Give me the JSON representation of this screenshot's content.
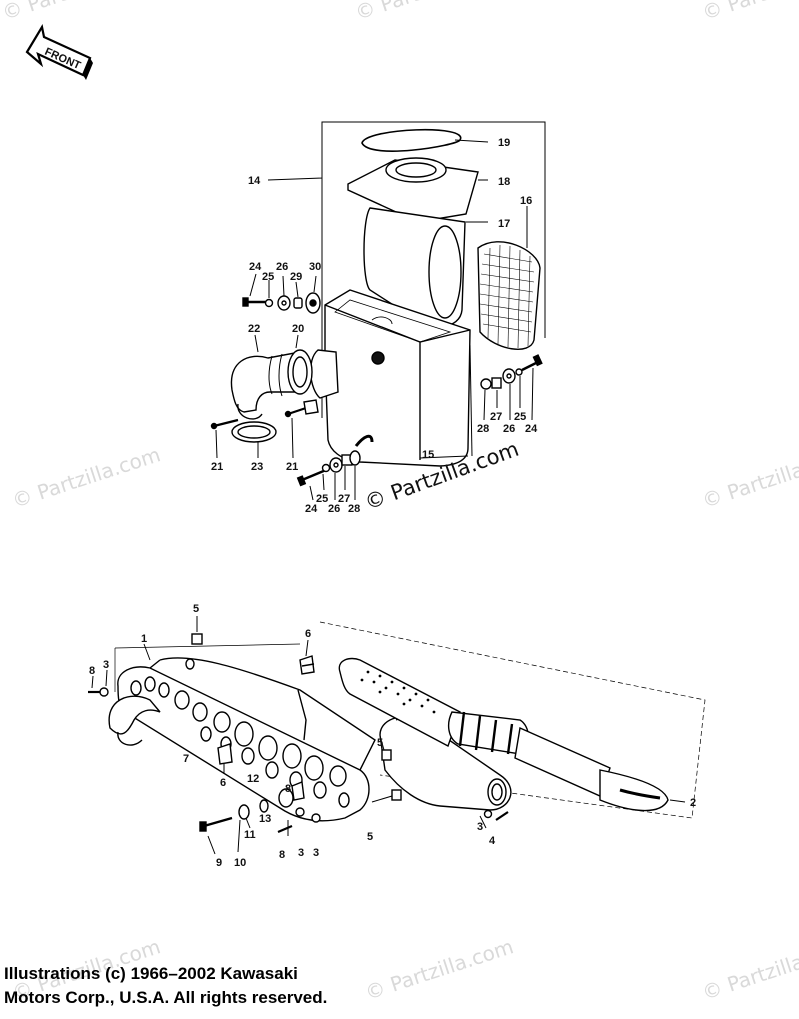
{
  "direction_label": "FRONT",
  "watermarks": [
    "© Partzilla.com",
    "© Partzilla.com",
    "© Partzilla.com",
    "© Partzilla.com",
    "© Partzilla.com",
    "© Partzilla.com",
    "© Partzilla.com",
    "© Partzilla.com"
  ],
  "main_watermark": "© Partzilla.com",
  "air_cleaner_callouts": [
    "14",
    "19",
    "18",
    "17",
    "16",
    "24",
    "25",
    "26",
    "29",
    "30",
    "22",
    "20",
    "21",
    "23",
    "21",
    "24",
    "25",
    "26",
    "27",
    "28",
    "15",
    "28",
    "27",
    "26",
    "25",
    "24"
  ],
  "muffler_callouts": [
    "5",
    "6",
    "1",
    "8",
    "3",
    "7",
    "6",
    "12",
    "13",
    "8",
    "11",
    "9",
    "10",
    "8",
    "3",
    "3",
    "5",
    "5",
    "3",
    "4",
    "2"
  ],
  "copyright_lines": [
    "Illustrations (c) 1966–2002 Kawasaki",
    "Motors Corp., U.S.A.  All rights reserved."
  ]
}
